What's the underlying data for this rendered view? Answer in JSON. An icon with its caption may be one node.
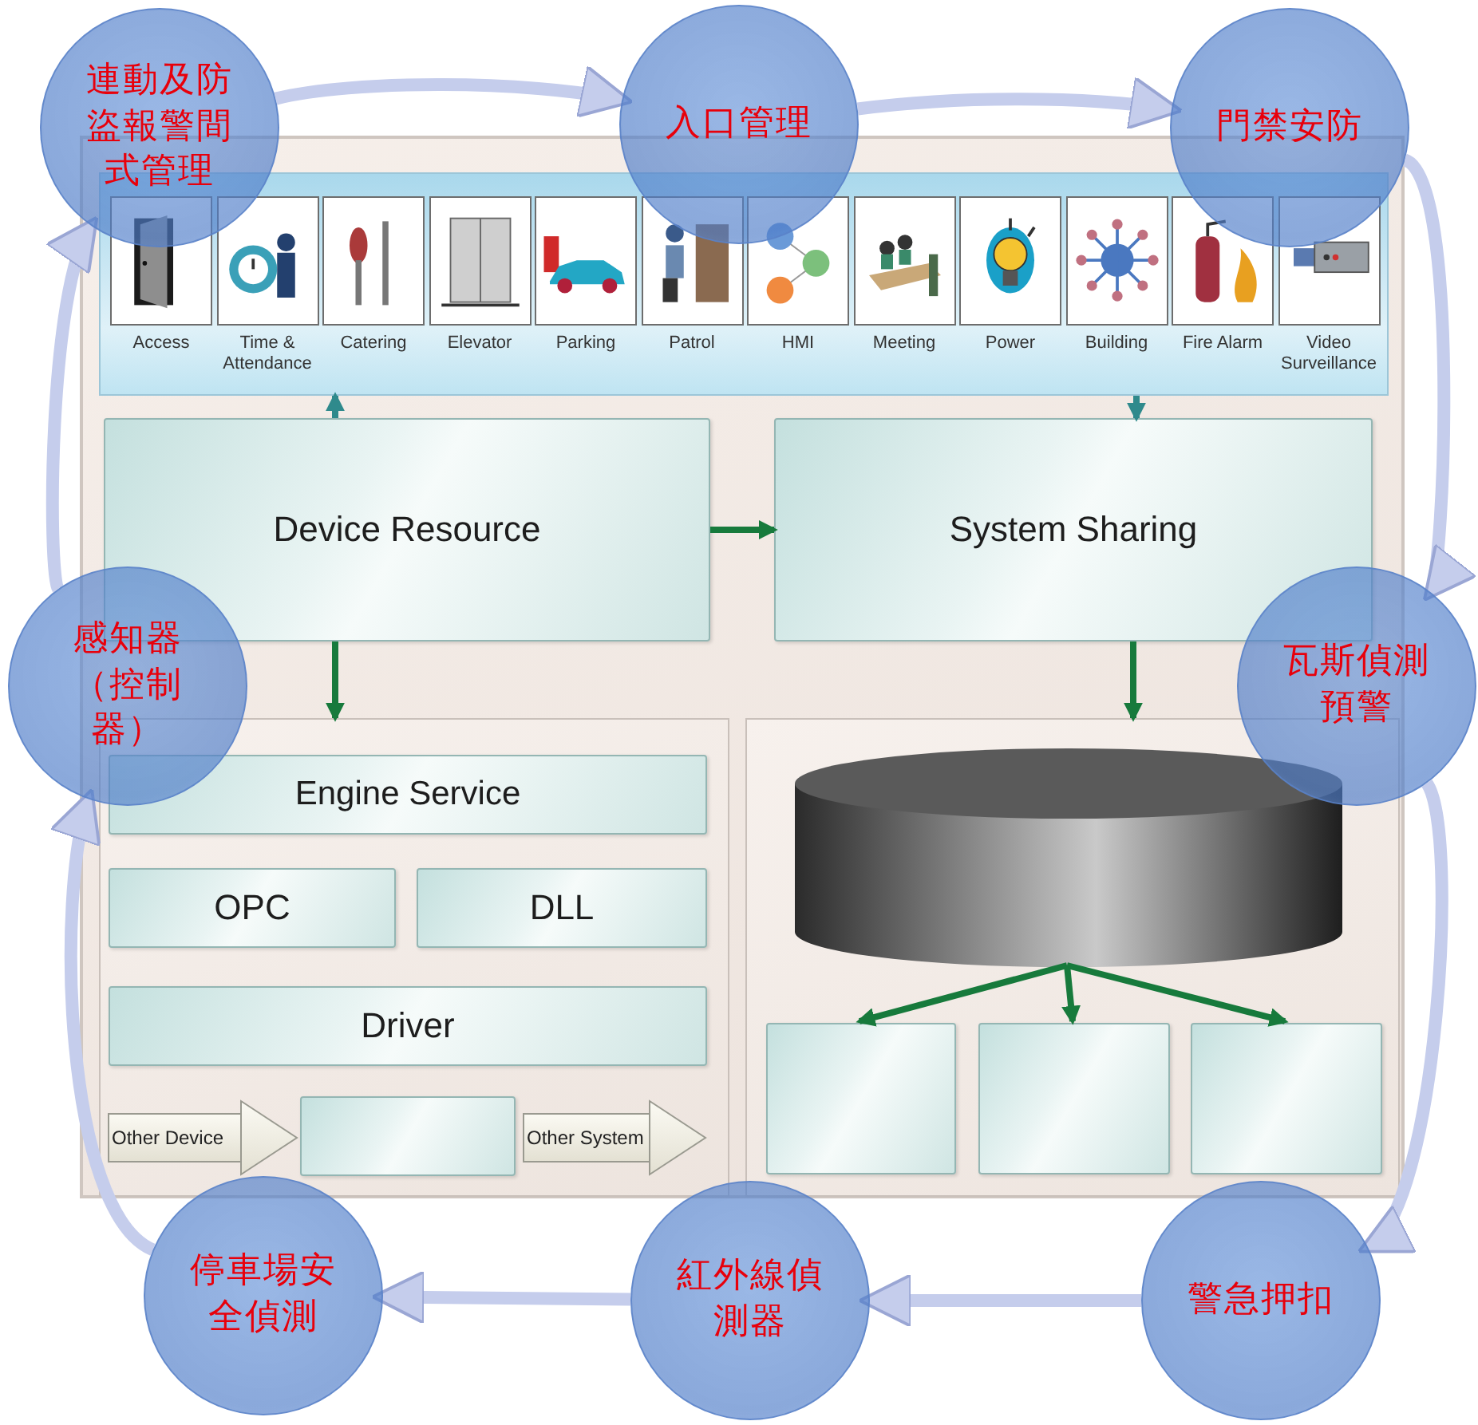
{
  "diagram": {
    "nodes": [
      {
        "text": [],
        "shape": "box"
      },
      {
        "text": [
          "Device Resource"
        ]
      },
      {
        "text": [
          "System Sharing"
        ]
      },
      {
        "text": [],
        "shape": "box"
      },
      {
        "text": [
          "Engine Service"
        ],
        "in": 3
      },
      {
        "text": [
          "OPC"
        ],
        "in": 3
      },
      {
        "text": [
          "DLL"
        ],
        "in": 3
      },
      {
        "text": [
          "Driver"
        ],
        "in": 3
      },
      {
        "text": [
          "Other Device"
        ],
        "in": 3
      },
      {
        "text": [],
        "shape": "box",
        "in": 3
      },
      {
        "text": [
          "Other System"
        ],
        "in": 3
      },
      {
        "text": [],
        "shape": "box"
      },
      {
        "text": [],
        "shape": "cylinder",
        "in": 11
      },
      {
        "text": [],
        "shape": "box",
        "in": 11
      },
      {
        "text": [],
        "shape": "box",
        "in": 11
      },
      {
        "text": [],
        "shape": "box",
        "in": 11
      },
      {
        "text": [
          "入口管理"
        ]
      },
      {
        "text": [
          "門禁安防"
        ]
      },
      {
        "text": [
          "瓦斯偵測預警"
        ]
      },
      {
        "text": [
          "警急押扣"
        ]
      },
      {
        "text": [
          "紅外線偵測器"
        ]
      },
      {
        "text": [
          "停車場安全偵測"
        ]
      },
      {
        "text": [
          "感知器（控制器）"
        ]
      },
      {
        "text": [
          "連動及防盜報警間式管理"
        ]
      }
    ],
    "edges": [
      {
        "from": 1,
        "to": 0,
        "arrow": "to",
        "color": "#2f8a8c"
      },
      {
        "from": 0,
        "to": 2,
        "arrow": "to",
        "color": "#2f8a8c"
      },
      {
        "from": 1,
        "to": 2,
        "arrow": "to",
        "color": "#177a3c"
      },
      {
        "from": 1,
        "to": 3,
        "arrow": "to",
        "color": "#177a3c"
      },
      {
        "from": 2,
        "to": 11,
        "arrow": "to",
        "color": "#177a3c"
      },
      {
        "from": 12,
        "to": 13,
        "arrow": "to",
        "color": "#177a3c"
      },
      {
        "from": 12,
        "to": 14,
        "arrow": "to",
        "color": "#177a3c"
      },
      {
        "from": 12,
        "to": 15,
        "arrow": "to",
        "color": "#177a3c"
      },
      {
        "from": 16,
        "to": 17,
        "arrow": "to",
        "style": "thick"
      },
      {
        "from": 17,
        "to": 18,
        "arrow": "to",
        "style": "thick"
      },
      {
        "from": 18,
        "to": 19,
        "arrow": "to",
        "style": "thick"
      },
      {
        "from": 19,
        "to": 20,
        "arrow": "to",
        "style": "thick"
      },
      {
        "from": 20,
        "to": 21,
        "arrow": "to",
        "style": "thick"
      },
      {
        "from": 21,
        "to": 22,
        "arrow": "to",
        "style": "thick"
      },
      {
        "from": 22,
        "to": 23,
        "arrow": "to",
        "style": "thick"
      },
      {
        "from": 23,
        "to": 16,
        "arrow": "to",
        "style": "thick"
      }
    ],
    "labels": [
      "Access",
      "Time & Attendance",
      "Catering",
      "Elevator",
      "Parking",
      "Patrol",
      "HMI",
      "Meeting",
      "Power",
      "Building",
      "Fire Alarm",
      "Video Surveillance"
    ]
  }
}
